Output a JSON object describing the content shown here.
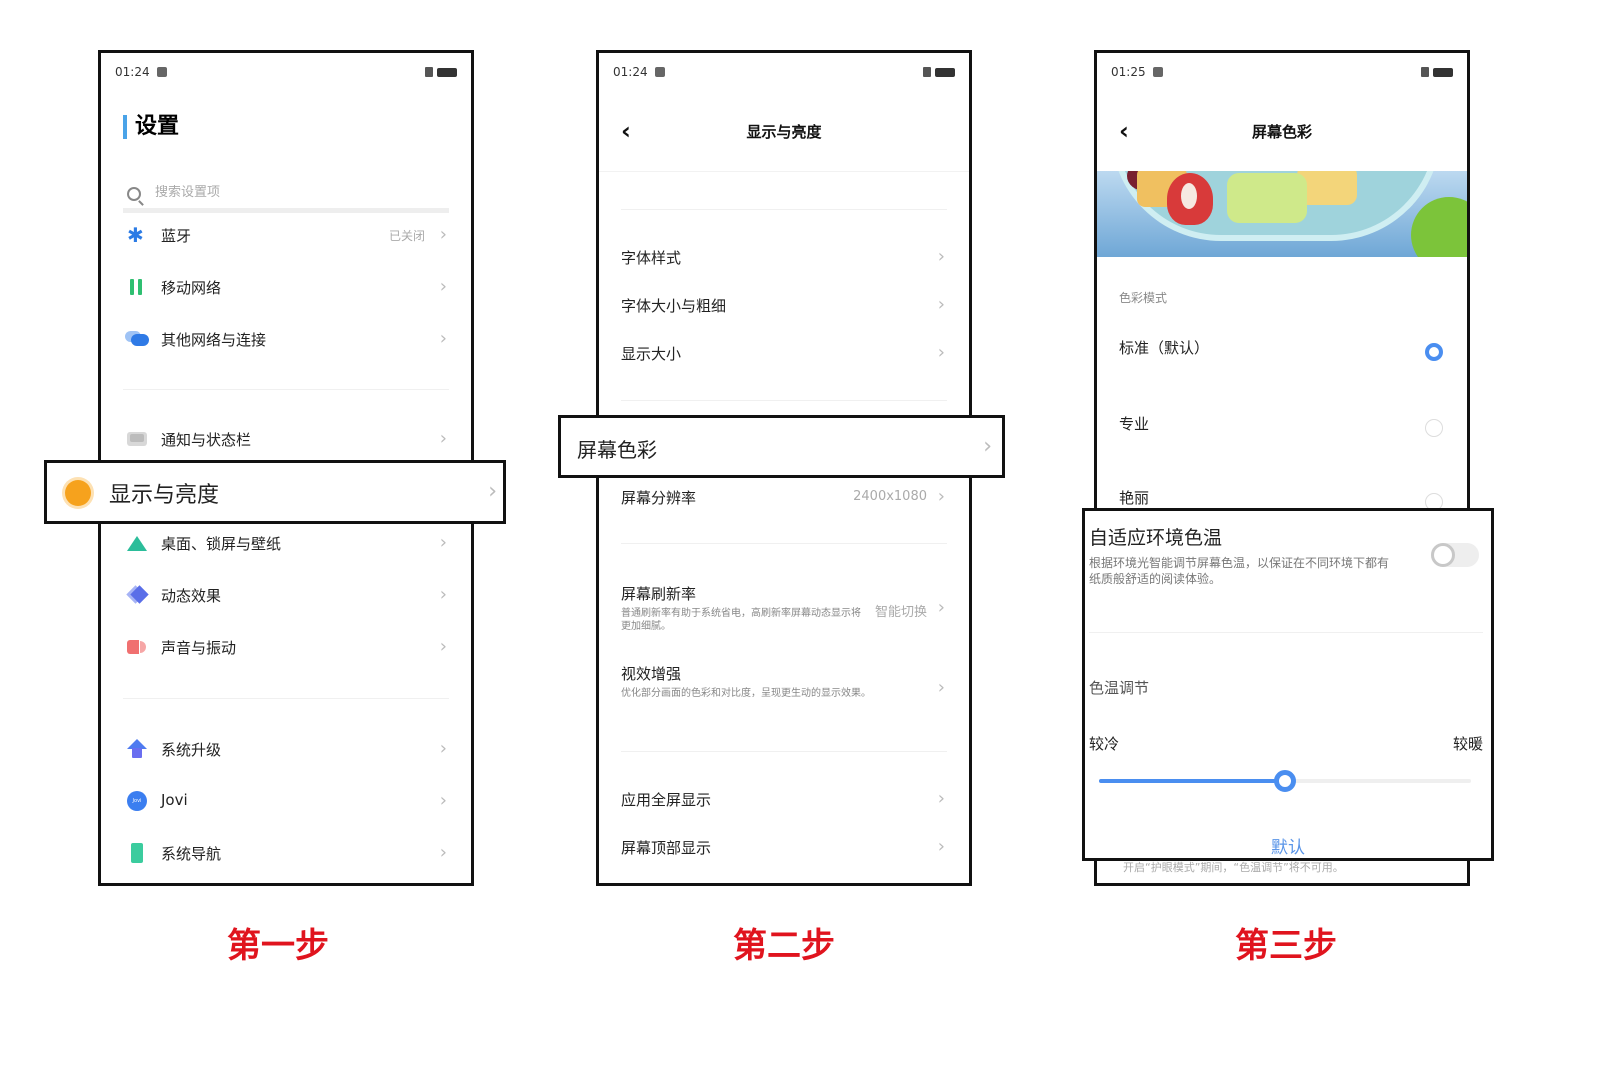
{
  "phone1": {
    "status": {
      "time": "01:24"
    },
    "title": "设置",
    "search": {
      "placeholder": "搜索设置项",
      "value": ""
    },
    "items": [
      {
        "icon": "bluetooth-icon",
        "label": "蓝牙",
        "value": "已关闭"
      },
      {
        "icon": "mobile-network-icon",
        "label": "移动网络",
        "value": ""
      },
      {
        "icon": "connections-icon",
        "label": "其他网络与连接",
        "value": ""
      },
      {
        "icon": "notification-icon",
        "label": "通知与状态栏",
        "value": ""
      },
      {
        "icon": "display-brightness-icon",
        "label": "显示与亮度",
        "value": "",
        "highlighted": true
      },
      {
        "icon": "wallpaper-icon",
        "label": "桌面、锁屏与壁纸",
        "value": ""
      },
      {
        "icon": "animation-icon",
        "label": "动态效果",
        "value": ""
      },
      {
        "icon": "sound-icon",
        "label": "声音与振动",
        "value": ""
      },
      {
        "icon": "system-upgrade-icon",
        "label": "系统升级",
        "value": ""
      },
      {
        "icon": "jovi-icon",
        "label": "Jovi",
        "value": "",
        "icon_text": "Jovi"
      },
      {
        "icon": "system-navigation-icon",
        "label": "系统导航",
        "value": ""
      }
    ]
  },
  "phone2": {
    "status": {
      "time": "01:24"
    },
    "title": "显示与亮度",
    "items": [
      {
        "label": "字体样式",
        "value": "",
        "desc": ""
      },
      {
        "label": "字体大小与粗细",
        "value": "",
        "desc": ""
      },
      {
        "label": "显示大小",
        "value": "",
        "desc": ""
      },
      {
        "label": "屏幕色彩",
        "value": "",
        "desc": "",
        "highlighted": true
      },
      {
        "label": "屏幕分辨率",
        "value": "2400x1080",
        "desc": ""
      },
      {
        "label": "屏幕刷新率",
        "value": "智能切换",
        "desc": "普通刷新率有助于系统省电，高刷新率屏幕动态显示将更加细腻。"
      },
      {
        "label": "视效增强",
        "value": "",
        "desc": "优化部分画面的色彩和对比度，呈现更生动的显示效果。"
      },
      {
        "label": "应用全屏显示",
        "value": "",
        "desc": ""
      },
      {
        "label": "屏幕顶部显示",
        "value": "",
        "desc": ""
      }
    ]
  },
  "phone3": {
    "status": {
      "time": "01:25"
    },
    "title": "屏幕色彩",
    "color_mode_label": "色彩模式",
    "color_modes": [
      {
        "label": "标准（默认）",
        "selected": true
      },
      {
        "label": "专业",
        "selected": false
      },
      {
        "label": "艳丽",
        "selected": false
      }
    ],
    "adaptive": {
      "title": "自适应环境色温",
      "desc": "根据环境光智能调节屏幕色温，以保证在不同环境下都有纸质般舒适的阅读体验。",
      "enabled": false
    },
    "temperature": {
      "label": "色温调节",
      "min_label": "较冷",
      "max_label": "较暖",
      "value_fraction": 0.5,
      "default_button": "默认"
    },
    "footnote": "开启“护眼模式”期间，“色温调节”将不可用。"
  },
  "steps": [
    "第一步",
    "第二步",
    "第三步"
  ],
  "colors": {
    "accent_blue": "#4a8ef0",
    "step_red": "#e0141e",
    "display_orange": "#f6a21d"
  }
}
